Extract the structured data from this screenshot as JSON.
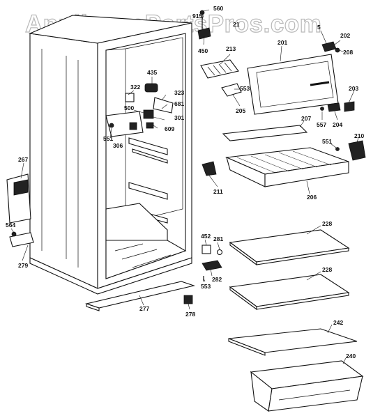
{
  "watermark": "AppliancePartsPros.com",
  "callouts": {
    "c915": "915",
    "c560": "560",
    "c21x": "21",
    "c450": "450",
    "c213": "213",
    "c201": "201",
    "c5x": "5",
    "c202": "202",
    "c208": "208",
    "c435": "435",
    "c322": "322",
    "c323": "323",
    "c681": "681",
    "c500": "500",
    "c301": "301",
    "c609": "609",
    "c551a": "551",
    "c306": "306",
    "c553a": "553",
    "c205": "205",
    "c203": "203",
    "c557": "557",
    "c204": "204",
    "c207": "207",
    "c210": "210",
    "c551b": "551",
    "c211": "211",
    "c206": "206",
    "c267": "267",
    "c564": "564",
    "c279": "279",
    "c452": "452",
    "c281": "281",
    "c228a": "228",
    "c282": "282",
    "c553b": "553",
    "c228b": "228",
    "c277": "277",
    "c278": "278",
    "c242": "242",
    "c240": "240"
  }
}
